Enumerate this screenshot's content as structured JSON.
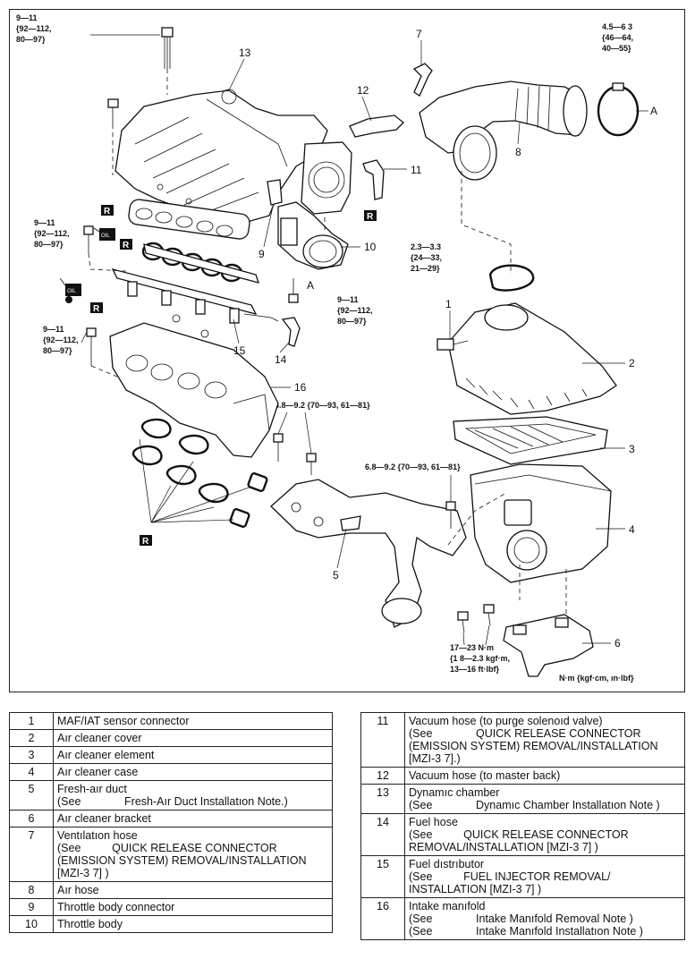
{
  "diagram": {
    "torque_labels": {
      "t1": [
        "9—11",
        "{92—112,",
        "80—97}"
      ],
      "t2": [
        "9—11",
        "{92—112,",
        "80—97}"
      ],
      "t3": [
        "9—11",
        "{92—112,",
        "80—97}"
      ],
      "t4": [
        "9—11",
        "{92—112,",
        "80—97}"
      ],
      "t5": [
        "4.5—6 3",
        "{46—64,",
        "40—55}"
      ],
      "t6": [
        "2.3—3.3",
        "{24—33,",
        "21—29}"
      ],
      "t7": [
        "6.8—9.2 {70—93, 61—81}"
      ],
      "t8": [
        "6.8—9.2 {70—93, 61—81}"
      ],
      "t9": [
        "17—23 N·m",
        "{1 8—2.3 kgf·m,",
        "13—16 ft·lbf}"
      ]
    },
    "units_note": "N·m {kgf·cm, ın·lbf}",
    "callouts": [
      "1",
      "2",
      "3",
      "4",
      "5",
      "6",
      "7",
      "8",
      "9",
      "10",
      "11",
      "12",
      "13",
      "14",
      "15",
      "16"
    ],
    "letter_a": "A",
    "r_mark": "R",
    "oil_mark": "OIL"
  },
  "legend_left": [
    {
      "num": "1",
      "lines": [
        "MAF/IAT sensor connector"
      ]
    },
    {
      "num": "2",
      "lines": [
        "Aır cleaner cover"
      ]
    },
    {
      "num": "3",
      "lines": [
        "Aır cleaner element"
      ]
    },
    {
      "num": "4",
      "lines": [
        "Aır cleaner case"
      ]
    },
    {
      "num": "5",
      "lines": [
        "Fresh-aır duct",
        "(See              Fresh-Aır Duct Installatıon Note.)"
      ]
    },
    {
      "num": "6",
      "lines": [
        "Aır cleaner bracket"
      ]
    },
    {
      "num": "7",
      "lines": [
        "Ventılatıon hose",
        "(See          QUICK RELEASE CONNECTOR",
        "(EMISSION SYSTEM) REMOVAL/INSTALLATION",
        "[MZI-3 7] )"
      ]
    },
    {
      "num": "8",
      "lines": [
        "Aır hose"
      ]
    },
    {
      "num": "9",
      "lines": [
        "Throttle body connector"
      ]
    },
    {
      "num": "10",
      "lines": [
        "Throttle body"
      ]
    }
  ],
  "legend_right": [
    {
      "num": "11",
      "lines": [
        "Vacuum hose (to purge solenoıd valve)",
        "(See              QUICK RELEASE CONNECTOR",
        "(EMISSION SYSTEM) REMOVAL/INSTALLATION",
        "[MZI-3 7].)"
      ]
    },
    {
      "num": "12",
      "lines": [
        "Vacuum hose (to master back)"
      ]
    },
    {
      "num": "13",
      "lines": [
        "Dynamıc chamber",
        "(See              Dynamıc Chamber Installatıon Note )"
      ]
    },
    {
      "num": "14",
      "lines": [
        "Fuel hose",
        "(See          QUICK RELEASE CONNECTOR",
        "REMOVAL/INSTALLATION [MZI-3 7] )"
      ]
    },
    {
      "num": "15",
      "lines": [
        "Fuel dıstrıbutor",
        "(See          FUEL INJECTOR REMOVAL/",
        "INSTALLATION [MZI-3 7] )"
      ]
    },
    {
      "num": "16",
      "lines": [
        "Intake manıfold",
        "(See              Intake Manıfold Removal Note )",
        "(See              Intake Manıfold Installatıon Note )"
      ]
    }
  ]
}
